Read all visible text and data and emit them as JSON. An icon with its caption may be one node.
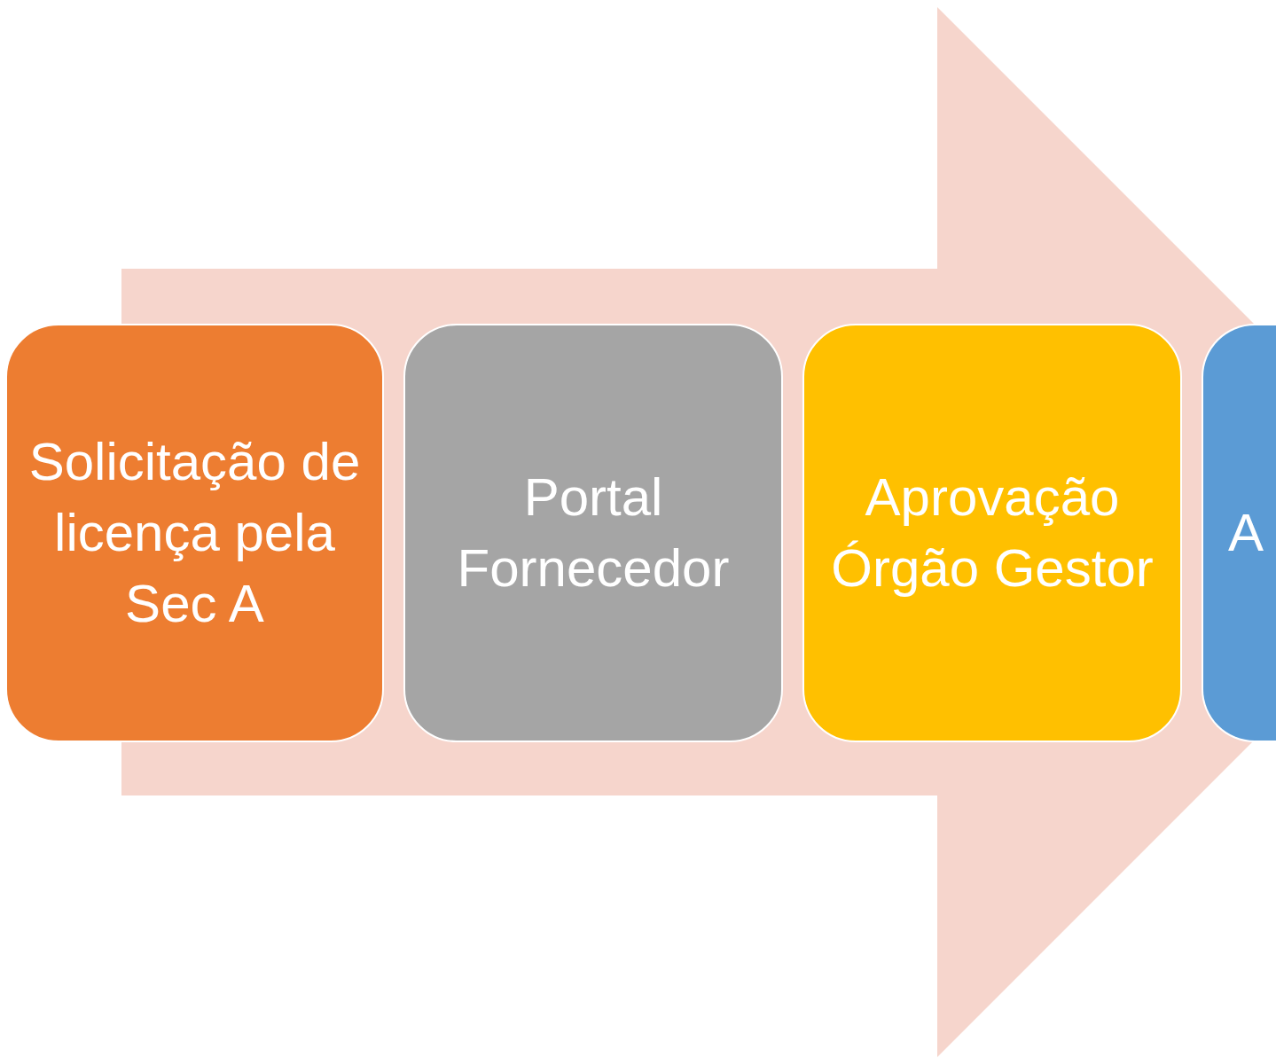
{
  "diagram": {
    "nodes": [
      {
        "text": [
          "Solicitação de licença pela Sec A"
        ]
      },
      {
        "text": [
          "Portal Fornecedor"
        ]
      },
      {
        "text": [
          "Aprovação Órgão Gestor"
        ]
      },
      {
        "text": [
          "A"
        ]
      }
    ]
  }
}
